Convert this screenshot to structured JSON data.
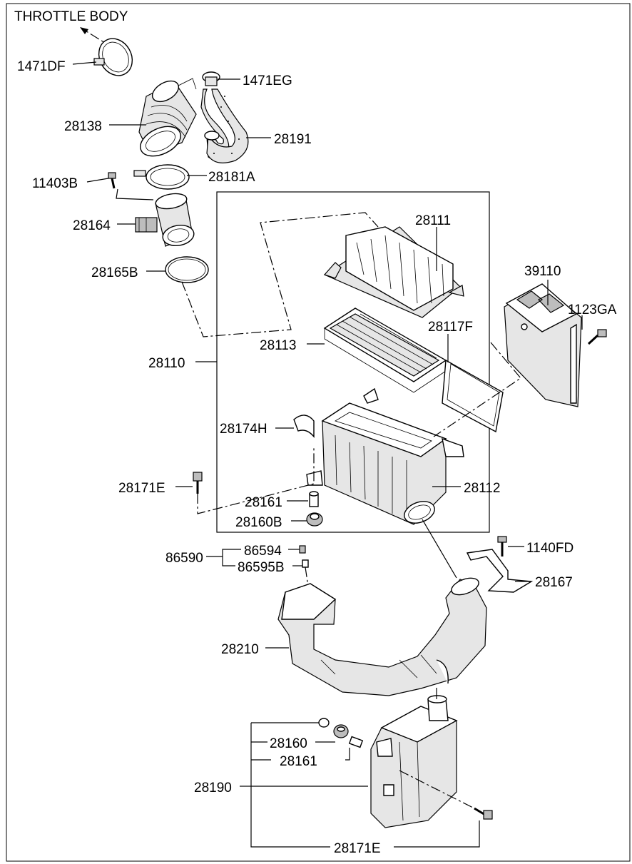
{
  "labels": {
    "throttle_body": "THROTTLE BODY",
    "p1471DF": "1471DF",
    "p1471EG": "1471EG",
    "p28138": "28138",
    "p28191": "28191",
    "p11403B": "11403B",
    "p28181A": "28181A",
    "p28164": "28164",
    "p28165B": "28165B",
    "p28111": "28111",
    "p39110": "39110",
    "p1123GA": "1123GA",
    "p28117F": "28117F",
    "p28113": "28113",
    "p28110": "28110",
    "p28174H": "28174H",
    "p28171E_top": "28171E",
    "p28161_top": "28161",
    "p28112": "28112",
    "p28160B": "28160B",
    "p86590": "86590",
    "p86594": "86594",
    "p86595B": "86595B",
    "p1140FD": "1140FD",
    "p28167": "28167",
    "p28210": "28210",
    "p28160": "28160",
    "p28161_bot": "28161",
    "p28190": "28190",
    "p28171E_bot": "28171E"
  }
}
